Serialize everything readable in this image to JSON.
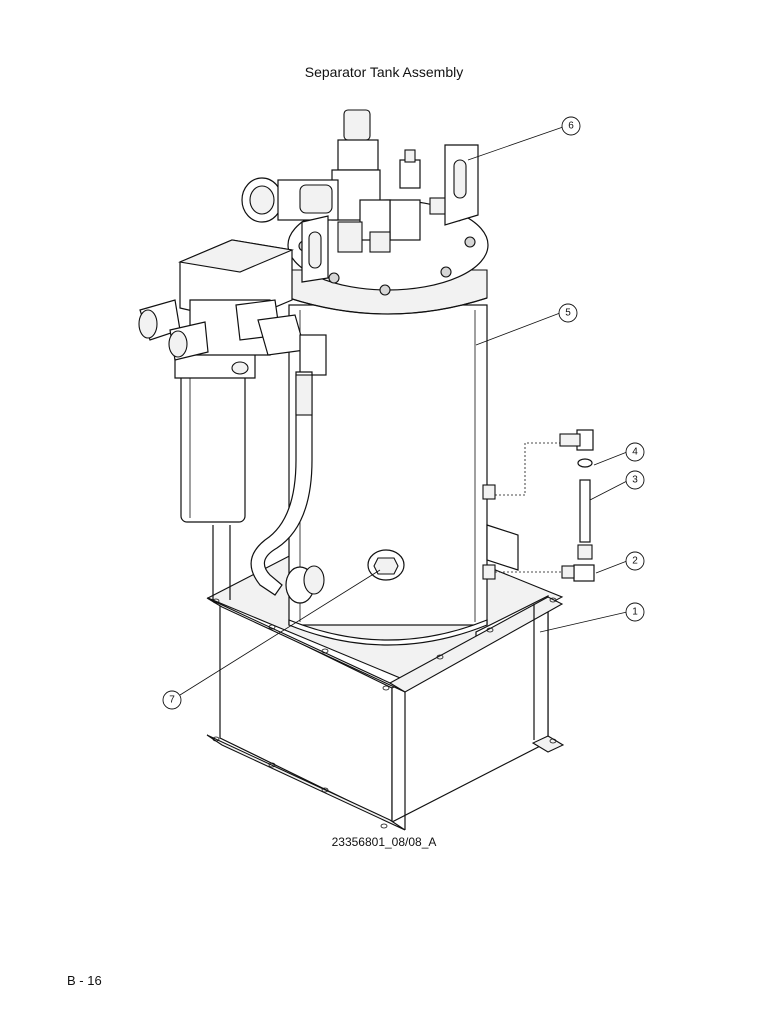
{
  "title": "Separator Tank Assembly",
  "drawing_number": "23356801_08/08_A",
  "page_number": "B - 16",
  "callouts": [
    {
      "label": "1"
    },
    {
      "label": "2"
    },
    {
      "label": "3"
    },
    {
      "label": "4"
    },
    {
      "label": "5"
    },
    {
      "label": "6"
    },
    {
      "label": "7"
    }
  ]
}
